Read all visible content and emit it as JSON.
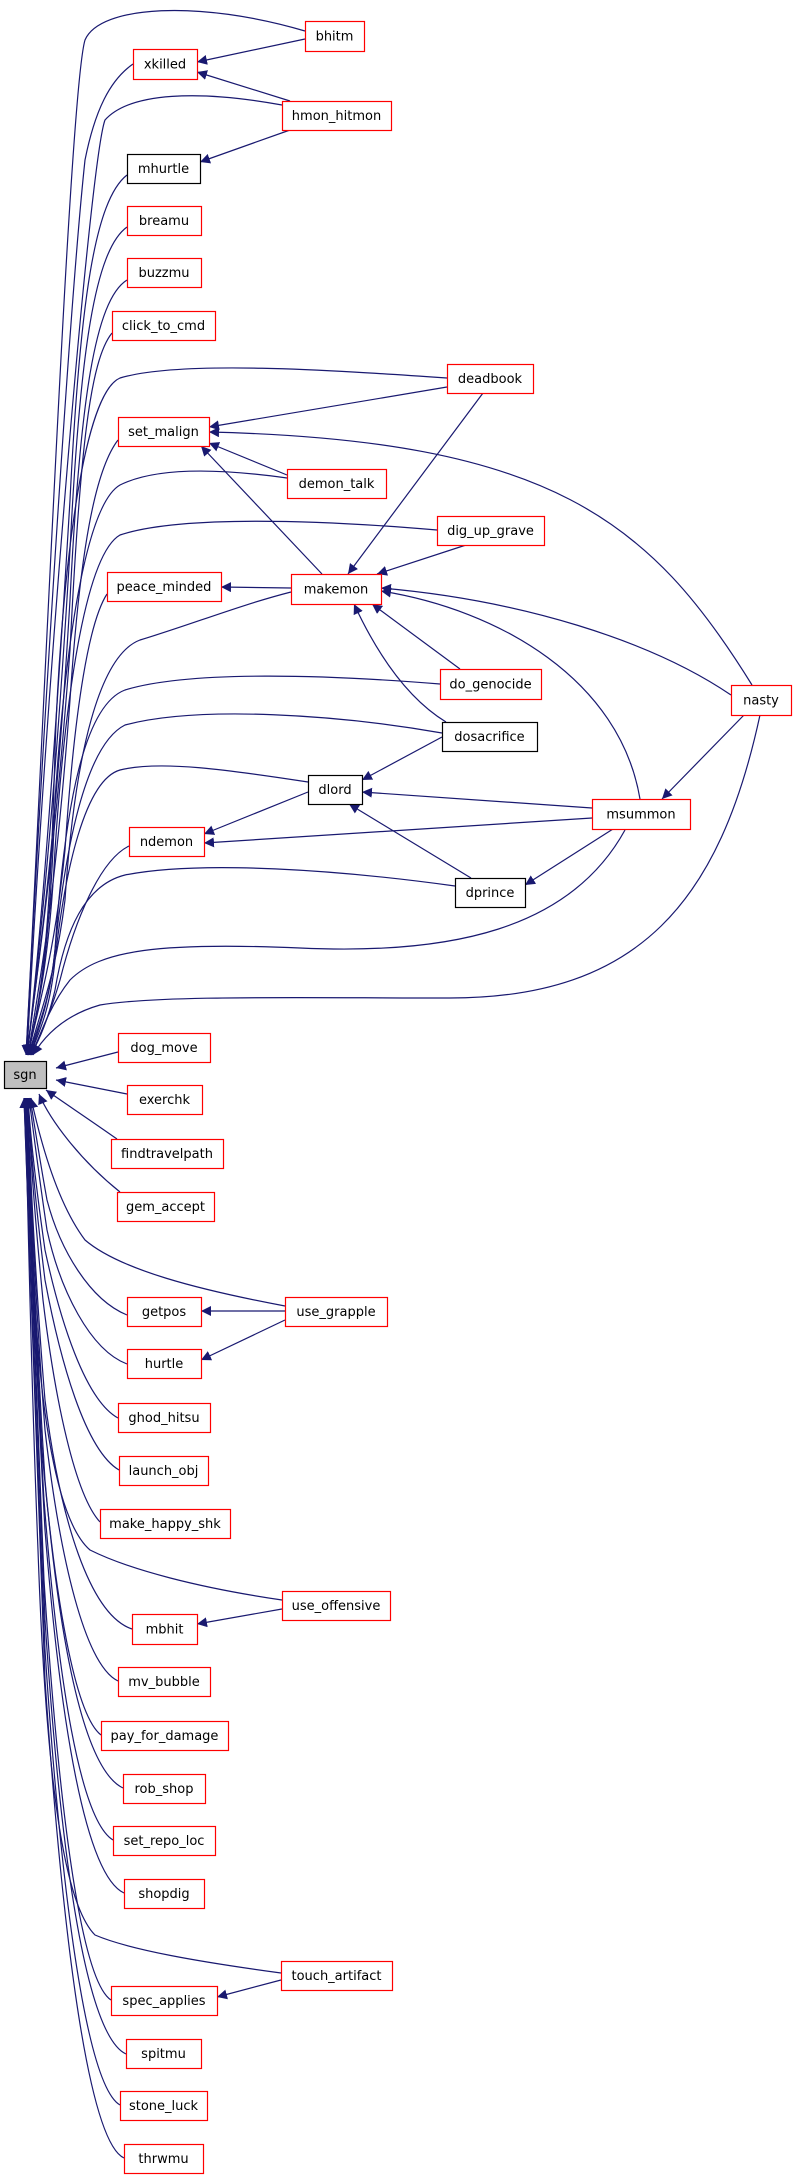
{
  "diagram": {
    "colors": {
      "edge": "#191970",
      "border_red": "#ff0000",
      "border_black": "#000000",
      "root_fill": "#bfbfbf"
    },
    "nodes": [
      {
        "id": "sgn",
        "label": "sgn",
        "style": "root"
      },
      {
        "id": "bhitm",
        "label": "bhitm",
        "style": "red"
      },
      {
        "id": "xkilled",
        "label": "xkilled",
        "style": "red"
      },
      {
        "id": "hmon_hitmon",
        "label": "hmon_hitmon",
        "style": "red"
      },
      {
        "id": "mhurtle",
        "label": "mhurtle",
        "style": "black"
      },
      {
        "id": "breamu",
        "label": "breamu",
        "style": "red"
      },
      {
        "id": "buzzmu",
        "label": "buzzmu",
        "style": "red"
      },
      {
        "id": "click_to_cmd",
        "label": "click_to_cmd",
        "style": "red"
      },
      {
        "id": "deadbook",
        "label": "deadbook",
        "style": "red"
      },
      {
        "id": "set_malign",
        "label": "set_malign",
        "style": "red"
      },
      {
        "id": "demon_talk",
        "label": "demon_talk",
        "style": "red"
      },
      {
        "id": "dig_up_grave",
        "label": "dig_up_grave",
        "style": "red"
      },
      {
        "id": "peace_minded",
        "label": "peace_minded",
        "style": "red"
      },
      {
        "id": "makemon",
        "label": "makemon",
        "style": "red"
      },
      {
        "id": "do_genocide",
        "label": "do_genocide",
        "style": "red"
      },
      {
        "id": "nasty",
        "label": "nasty",
        "style": "red"
      },
      {
        "id": "dosacrifice",
        "label": "dosacrifice",
        "style": "black"
      },
      {
        "id": "dlord",
        "label": "dlord",
        "style": "black"
      },
      {
        "id": "msummon",
        "label": "msummon",
        "style": "red"
      },
      {
        "id": "ndemon",
        "label": "ndemon",
        "style": "red"
      },
      {
        "id": "dprince",
        "label": "dprince",
        "style": "black"
      },
      {
        "id": "dog_move",
        "label": "dog_move",
        "style": "red"
      },
      {
        "id": "exerchk",
        "label": "exerchk",
        "style": "red"
      },
      {
        "id": "findtravelpath",
        "label": "findtravelpath",
        "style": "red"
      },
      {
        "id": "gem_accept",
        "label": "gem_accept",
        "style": "red"
      },
      {
        "id": "getpos",
        "label": "getpos",
        "style": "red"
      },
      {
        "id": "use_grapple",
        "label": "use_grapple",
        "style": "red"
      },
      {
        "id": "hurtle",
        "label": "hurtle",
        "style": "red"
      },
      {
        "id": "ghod_hitsu",
        "label": "ghod_hitsu",
        "style": "red"
      },
      {
        "id": "launch_obj",
        "label": "launch_obj",
        "style": "red"
      },
      {
        "id": "make_happy_shk",
        "label": "make_happy_shk",
        "style": "red"
      },
      {
        "id": "mbhit",
        "label": "mbhit",
        "style": "red"
      },
      {
        "id": "use_offensive",
        "label": "use_offensive",
        "style": "red"
      },
      {
        "id": "mv_bubble",
        "label": "mv_bubble",
        "style": "red"
      },
      {
        "id": "pay_for_damage",
        "label": "pay_for_damage",
        "style": "red"
      },
      {
        "id": "rob_shop",
        "label": "rob_shop",
        "style": "red"
      },
      {
        "id": "set_repo_loc",
        "label": "set_repo_loc",
        "style": "red"
      },
      {
        "id": "shopdig",
        "label": "shopdig",
        "style": "red"
      },
      {
        "id": "touch_artifact",
        "label": "touch_artifact",
        "style": "red"
      },
      {
        "id": "spec_applies",
        "label": "spec_applies",
        "style": "red"
      },
      {
        "id": "spitmu",
        "label": "spitmu",
        "style": "red"
      },
      {
        "id": "stone_luck",
        "label": "stone_luck",
        "style": "red"
      },
      {
        "id": "thrwmu",
        "label": "thrwmu",
        "style": "red"
      }
    ],
    "edges": [
      {
        "from": "bhitm",
        "to": "sgn"
      },
      {
        "from": "xkilled",
        "to": "sgn"
      },
      {
        "from": "hmon_hitmon",
        "to": "sgn"
      },
      {
        "from": "mhurtle",
        "to": "sgn"
      },
      {
        "from": "breamu",
        "to": "sgn"
      },
      {
        "from": "buzzmu",
        "to": "sgn"
      },
      {
        "from": "click_to_cmd",
        "to": "sgn"
      },
      {
        "from": "deadbook",
        "to": "sgn"
      },
      {
        "from": "set_malign",
        "to": "sgn"
      },
      {
        "from": "demon_talk",
        "to": "sgn"
      },
      {
        "from": "dig_up_grave",
        "to": "sgn"
      },
      {
        "from": "peace_minded",
        "to": "sgn"
      },
      {
        "from": "makemon",
        "to": "sgn"
      },
      {
        "from": "do_genocide",
        "to": "sgn"
      },
      {
        "from": "dosacrifice",
        "to": "sgn"
      },
      {
        "from": "dlord",
        "to": "sgn"
      },
      {
        "from": "ndemon",
        "to": "sgn"
      },
      {
        "from": "dprince",
        "to": "sgn"
      },
      {
        "from": "msummon",
        "to": "sgn"
      },
      {
        "from": "nasty",
        "to": "sgn"
      },
      {
        "from": "dog_move",
        "to": "sgn"
      },
      {
        "from": "exerchk",
        "to": "sgn"
      },
      {
        "from": "findtravelpath",
        "to": "sgn"
      },
      {
        "from": "gem_accept",
        "to": "sgn"
      },
      {
        "from": "use_grapple",
        "to": "sgn"
      },
      {
        "from": "getpos",
        "to": "sgn"
      },
      {
        "from": "hurtle",
        "to": "sgn"
      },
      {
        "from": "ghod_hitsu",
        "to": "sgn"
      },
      {
        "from": "launch_obj",
        "to": "sgn"
      },
      {
        "from": "make_happy_shk",
        "to": "sgn"
      },
      {
        "from": "use_offensive",
        "to": "sgn"
      },
      {
        "from": "mbhit",
        "to": "sgn"
      },
      {
        "from": "mv_bubble",
        "to": "sgn"
      },
      {
        "from": "pay_for_damage",
        "to": "sgn"
      },
      {
        "from": "rob_shop",
        "to": "sgn"
      },
      {
        "from": "set_repo_loc",
        "to": "sgn"
      },
      {
        "from": "shopdig",
        "to": "sgn"
      },
      {
        "from": "touch_artifact",
        "to": "sgn"
      },
      {
        "from": "spec_applies",
        "to": "sgn"
      },
      {
        "from": "spitmu",
        "to": "sgn"
      },
      {
        "from": "stone_luck",
        "to": "sgn"
      },
      {
        "from": "thrwmu",
        "to": "sgn"
      },
      {
        "from": "bhitm",
        "to": "xkilled"
      },
      {
        "from": "hmon_hitmon",
        "to": "xkilled"
      },
      {
        "from": "hmon_hitmon",
        "to": "mhurtle"
      },
      {
        "from": "deadbook",
        "to": "set_malign"
      },
      {
        "from": "demon_talk",
        "to": "set_malign"
      },
      {
        "from": "makemon",
        "to": "set_malign"
      },
      {
        "from": "nasty",
        "to": "set_malign"
      },
      {
        "from": "deadbook",
        "to": "makemon"
      },
      {
        "from": "dig_up_grave",
        "to": "makemon"
      },
      {
        "from": "do_genocide",
        "to": "makemon"
      },
      {
        "from": "dosacrifice",
        "to": "makemon"
      },
      {
        "from": "msummon",
        "to": "makemon"
      },
      {
        "from": "nasty",
        "to": "makemon"
      },
      {
        "from": "makemon",
        "to": "peace_minded"
      },
      {
        "from": "dosacrifice",
        "to": "dlord"
      },
      {
        "from": "msummon",
        "to": "dlord"
      },
      {
        "from": "dprince",
        "to": "dlord"
      },
      {
        "from": "dlord",
        "to": "ndemon"
      },
      {
        "from": "msummon",
        "to": "ndemon"
      },
      {
        "from": "nasty",
        "to": "msummon"
      },
      {
        "from": "msummon",
        "to": "dprince"
      },
      {
        "from": "use_grapple",
        "to": "getpos"
      },
      {
        "from": "use_grapple",
        "to": "hurtle"
      },
      {
        "from": "use_offensive",
        "to": "mbhit"
      },
      {
        "from": "touch_artifact",
        "to": "spec_applies"
      }
    ]
  }
}
